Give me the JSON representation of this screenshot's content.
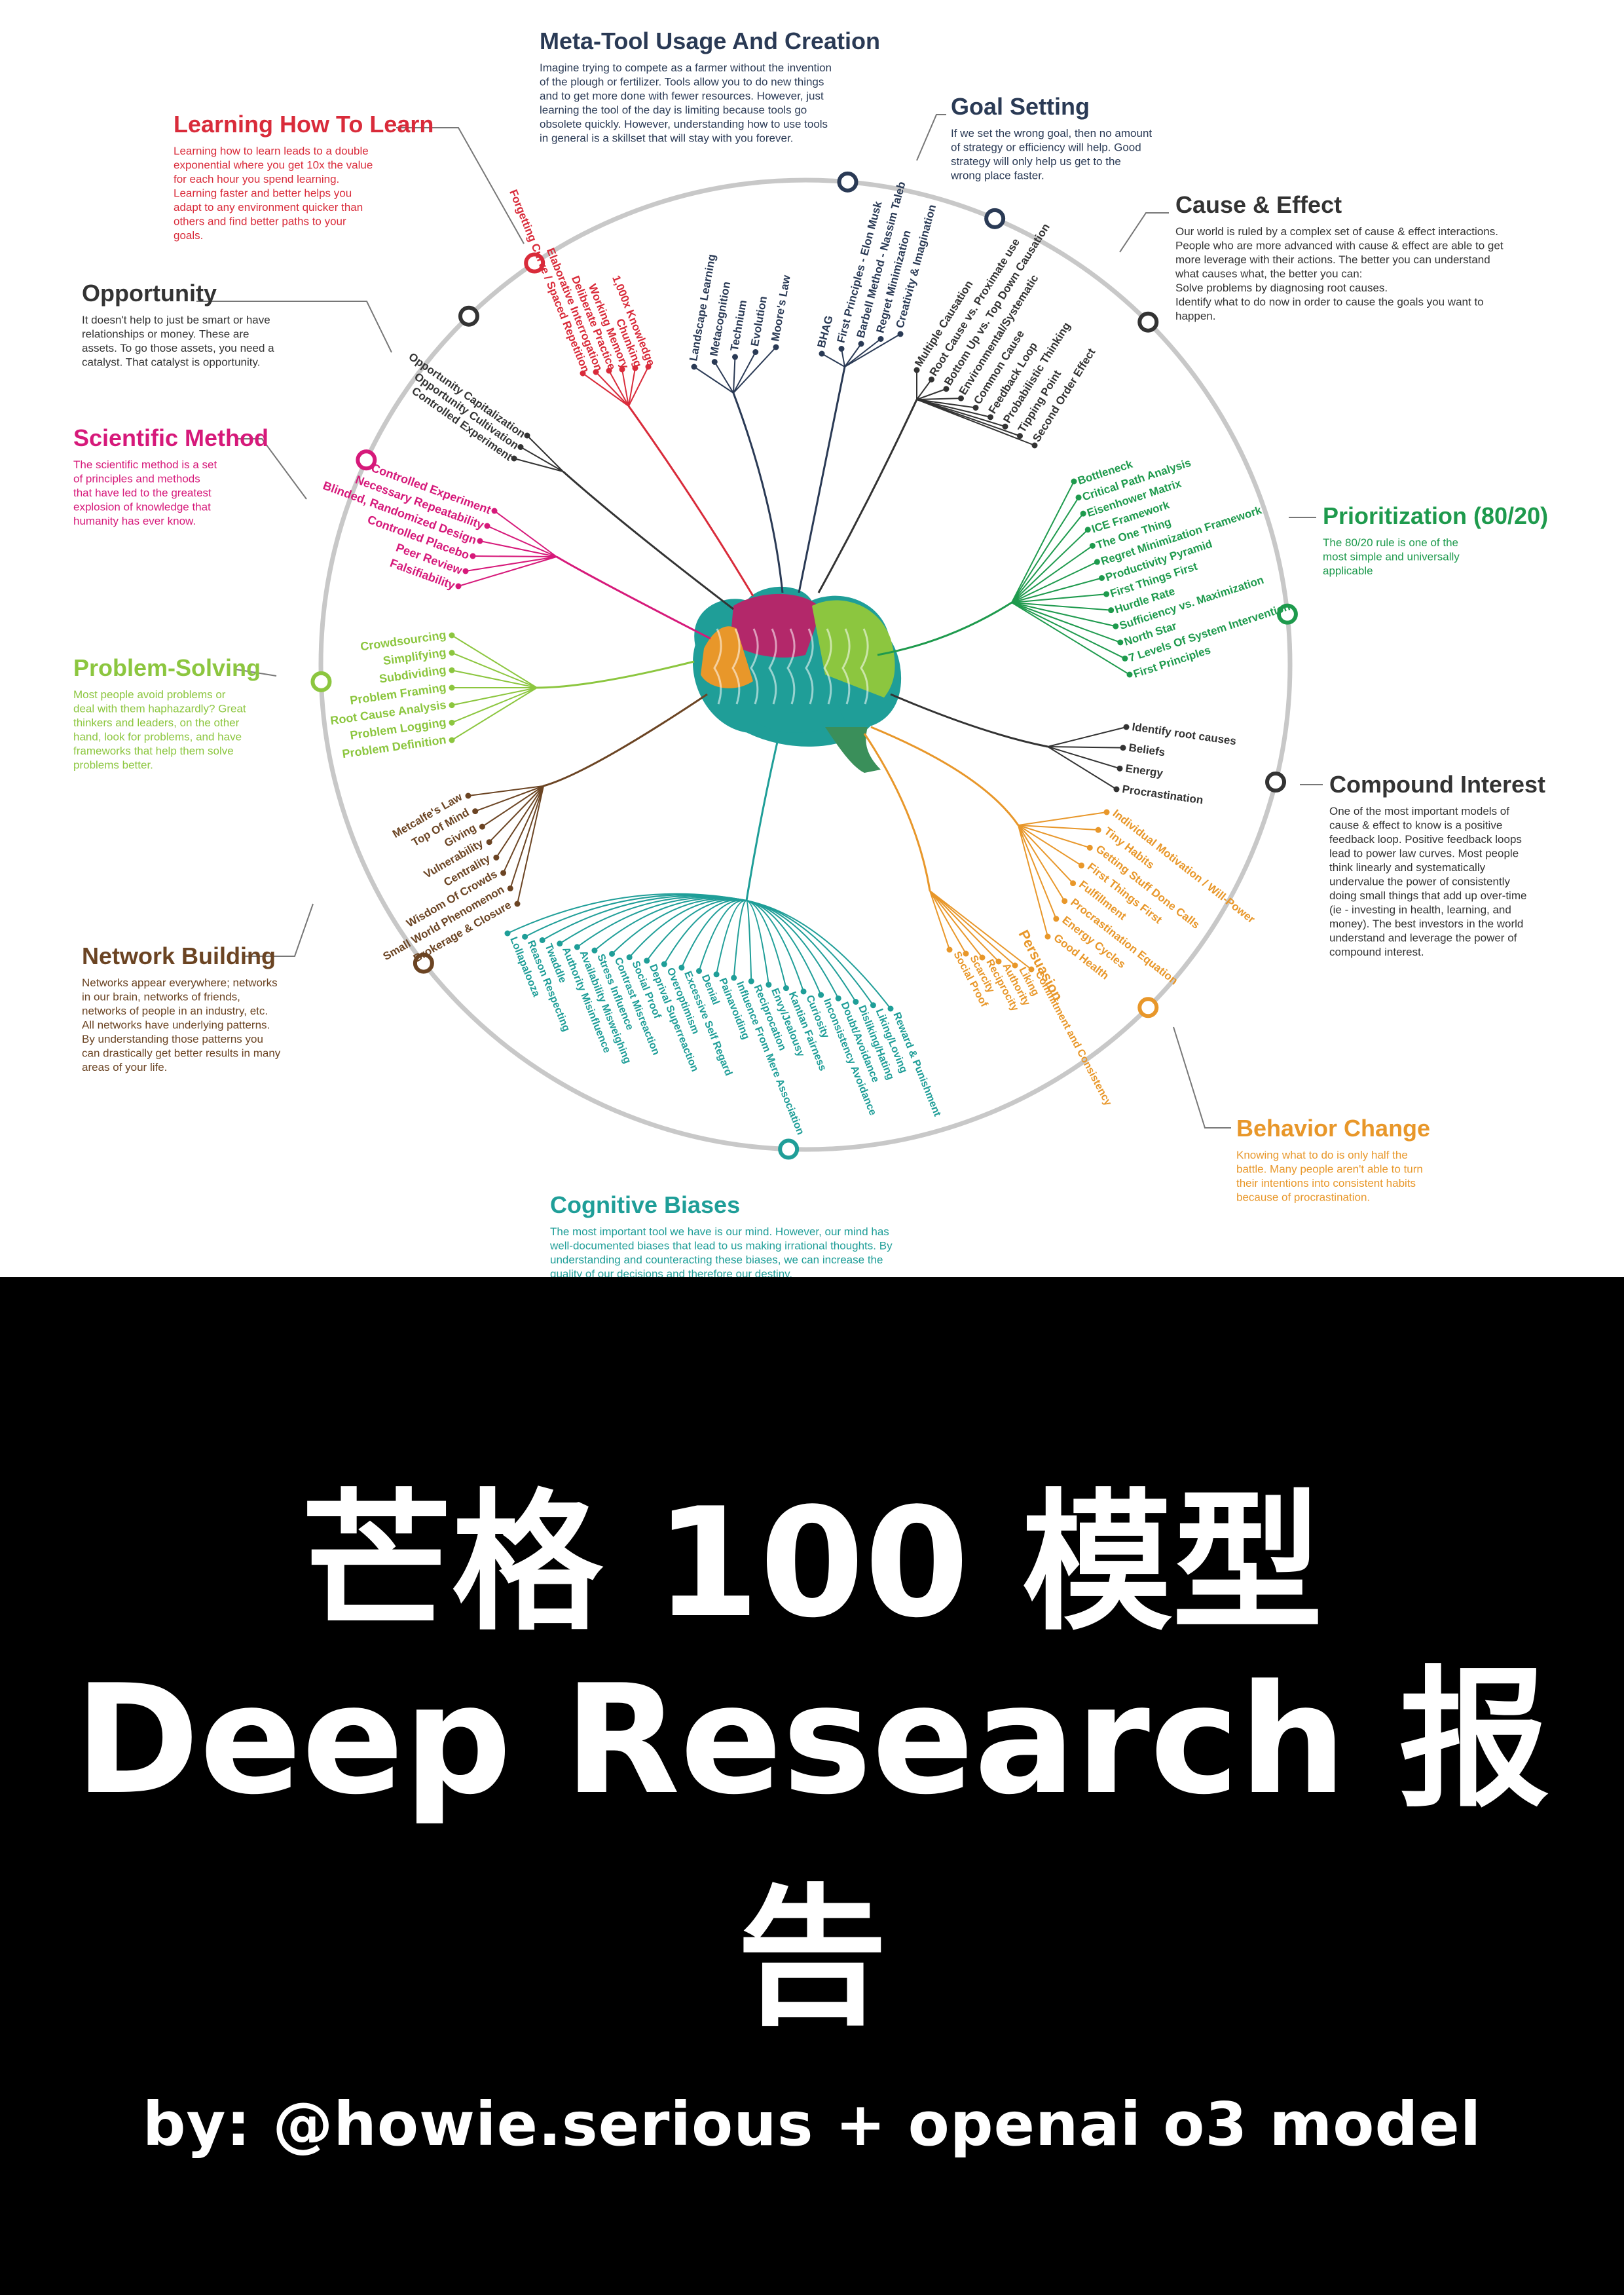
{
  "colors": {
    "red": "#d92b3a",
    "pink": "#d6197a",
    "lightgreen": "#8cc63f",
    "brown": "#6b4423",
    "teal": "#1f9e98",
    "orange": "#e8972a",
    "green": "#1e9a4d",
    "navy": "#2a3a55",
    "darkgray": "#333333",
    "ring": "#c8c8c8"
  },
  "cover": {
    "title_line1": "芒格 100 模型",
    "title_line2": "Deep Research 报告",
    "byline": "by: @howie.serious + openai o3 model"
  },
  "categories": [
    {
      "key": "meta",
      "title": "Meta-Tool Usage And Creation",
      "color": "navy",
      "desc": [
        "Imagine trying to compete as a farmer without the invention",
        "of the plough or fertilizer. Tools allow you to do new things",
        "and to get more done with fewer resources. However, just",
        "learning the tool of the day is limiting because tools go",
        "obsolete quickly. However, understanding how to use tools",
        "in general is a skillset that will stay with you forever."
      ],
      "items": [
        "Landscape Learning",
        "Metacognition",
        "Technium",
        "Evolution",
        "Moore's Law"
      ]
    },
    {
      "key": "goal",
      "title": "Goal Setting",
      "color": "navy",
      "desc": [
        "If we set the wrong goal, then no amount",
        "of strategy or efficiency will help. Good",
        "strategy will only help us get to the",
        "wrong place faster."
      ],
      "items": [
        "BHAG",
        "First Principles - Elon Musk",
        "Barbell Method - Nassim Taleb",
        "Regret Minimization",
        "Creativity & Imagination"
      ]
    },
    {
      "key": "cause",
      "title": "Cause & Effect",
      "color": "darkgray",
      "desc": [
        "Our world is ruled by a complex set of cause & effect interactions.",
        "People who are more advanced with cause & effect are able to get",
        "more leverage with their actions. The better you can understand",
        "what causes what, the better you can:",
        "Solve problems by diagnosing root causes.",
        "Identify what to do now in order to cause the goals you want to",
        "happen."
      ],
      "items": [
        "Multiple Causation",
        "Root Cause vs. Proximate use",
        "Bottom Up vs. Top Down Causation",
        "Environmental/Systematic",
        "Common Cause",
        "Feedback Loop",
        "Probabilistic Thinking",
        "Tipping Point",
        "Second Order Effect"
      ]
    },
    {
      "key": "prior",
      "title": "Prioritization (80/20)",
      "color": "green",
      "desc": [
        "The 80/20 rule is one of the",
        "most simple and universally",
        "applicable"
      ],
      "items": [
        "Bottleneck",
        "Critical Path Analysis",
        "Eisenhower Matrix",
        "ICE Framework",
        "The One Thing",
        "Regret Minimization Framework",
        "Productivity Pyramid",
        "First Things First",
        "Hurdle Rate",
        "Sufficiency vs. Maximization",
        "North Star",
        "7 Levels Of System Intervention",
        "First Principles"
      ]
    },
    {
      "key": "compound",
      "title": "Compound Interest",
      "color": "darkgray",
      "desc": [
        "One of the most important models of",
        "cause & effect to know is a positive",
        "feedback loop. Positive feedback loops",
        "lead to power law curves. Most people",
        "think linearly and systematically",
        "undervalue the power of consistently",
        "doing small things that add up over-time",
        "(ie - investing in health, learning, and",
        "money). The best investors in the world",
        "understand and leverage the power of",
        "compound interest."
      ],
      "items": [
        "Identify root causes",
        "Beliefs",
        "Energy",
        "Procrastination"
      ]
    },
    {
      "key": "behavior",
      "title": "Behavior Change",
      "color": "orange",
      "desc": [
        "Knowing what to do is only half the",
        "battle. Many people aren't able to turn",
        "their intentions into consistent habits",
        "because of procrastination."
      ],
      "items": [
        "Individual Motivation / Will-Power",
        "Tiny Habits",
        "Getting Stuff Done Calls",
        "First Things First",
        "Fulfillment",
        "Procrastination Equation",
        "Energy Cycles",
        "Good Health"
      ]
    },
    {
      "key": "persuasion",
      "title": "Persuasion",
      "color": "orange",
      "desc": [],
      "items": [
        "Social Proof",
        "Scarcity",
        "Reciprocity",
        "Authority",
        "Liking",
        "Commitment and Consistency"
      ]
    },
    {
      "key": "biases",
      "title": "Cognitive Biases",
      "color": "teal",
      "desc": [
        "The most important tool we have is our mind. However, our mind has",
        "well-documented biases that lead to us making irrational thoughts. By",
        "understanding and counteracting these biases, we can increase the",
        "quality of our decisions and therefore our destiny."
      ],
      "items": [
        "Lollapalooza",
        "Reason Respecting",
        "Twaddle",
        "Authority Misinfluence",
        "Availability Misweighing",
        "Stress Influence",
        "Contrast Misreaction",
        "Social Proof",
        "Deprival Superreaction",
        "Overoptimism",
        "Excessive Self Regard",
        "Denial",
        "Painavoiding",
        "Influence From Mere Association",
        "Reciprocation",
        "Envy/Jealousy",
        "Kantian Fairness",
        "Curiosity",
        "Inconsistency Avoidance",
        "Doubt/Avoidance",
        "Disliking/Hating",
        "Liking/Loving",
        "Reward & Punishment"
      ]
    },
    {
      "key": "network",
      "title": "Network Building",
      "color": "brown",
      "desc": [
        "Networks appear everywhere; networks",
        "in our brain, networks of friends,",
        "networks of people in an industry, etc.",
        "All networks have underlying patterns.",
        "By understanding those patterns you",
        "can drastically get better results in many",
        "areas of your life."
      ],
      "items": [
        "Metcalfe's Law",
        "Top Of Mind",
        "Giving",
        "Vulnerability",
        "Centrality",
        "Wisdom Of Crowds",
        "Small World Phenomenon",
        "Brokerage & Closure"
      ]
    },
    {
      "key": "problem",
      "title": "Problem-Solving",
      "color": "lightgreen",
      "desc": [
        "Most people avoid problems or",
        "deal with them haphazardly? Great",
        "thinkers and leaders, on the other",
        "hand, look for problems, and have",
        "frameworks that help them solve",
        "problems better."
      ],
      "items": [
        "Crowdsourcing",
        "Simplifying",
        "Subdividing",
        "Problem Framing",
        "Root Cause Analysis",
        "Problem Logging",
        "Problem Definition"
      ]
    },
    {
      "key": "scientific",
      "title": "Scientific Method",
      "color": "pink",
      "desc": [
        "The scientific method is a set",
        "of principles and methods",
        "that have led to the greatest",
        "explosion of knowledge that",
        "humanity has ever know."
      ],
      "items": [
        "Controlled Experiment",
        "Necessary Repeatability",
        "Blinded, Randomized Design",
        "Controlled Placebo",
        "Peer Review",
        "Falsifiability"
      ]
    },
    {
      "key": "opportunity",
      "title": "Opportunity",
      "color": "darkgray",
      "desc": [
        "It doesn't help to just be smart or have",
        "relationships or money. These are",
        "assets. To go those assets, you need a",
        "catalyst. That catalyst is opportunity."
      ],
      "items": [
        "Opportunity Capitalization",
        "Opportunity Cultivation",
        "Controlled Experiment"
      ]
    },
    {
      "key": "learning",
      "title": "Learning How To Learn",
      "color": "red",
      "desc": [
        "Learning how to learn leads to a double",
        "exponential where you get 10x the value",
        "for each hour you spend learning.",
        "Learning faster and better helps you",
        "adapt to any environment quicker than",
        "others and find better paths to your",
        "goals."
      ],
      "items": [
        "Forgetting Curve / Spaced Repetition",
        "Elaborative Interrogation",
        "Deliberate Practice",
        "Working Memory",
        "Chunking",
        "1,000x Knowledge"
      ]
    }
  ]
}
